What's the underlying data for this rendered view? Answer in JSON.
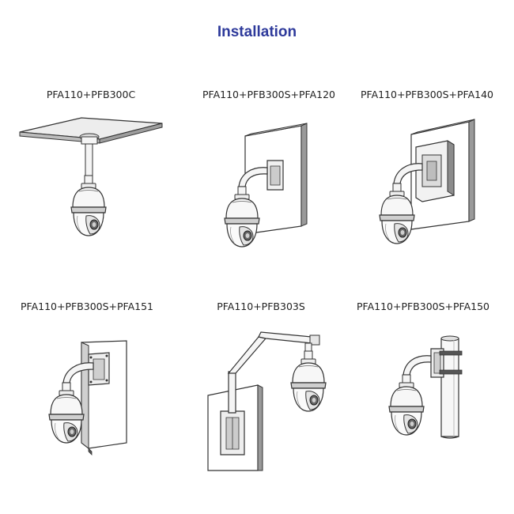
{
  "title": "Installation",
  "colors": {
    "title": "#2e3a9b",
    "line": "#333333",
    "fill_light": "#f5f5f5",
    "fill_mid": "#d9d9d9",
    "fill_dark": "#555555"
  },
  "mounts": [
    {
      "label": "PFA110+PFB300C",
      "type": "ceiling-mount"
    },
    {
      "label": "PFA110+PFB300S+PFA120",
      "type": "wall-mount"
    },
    {
      "label": "PFA110+PFB300S+PFA140",
      "type": "wall-mount-box"
    },
    {
      "label": "PFA110+PFB300S+PFA151",
      "type": "corner-mount"
    },
    {
      "label": "PFA110+PFB303S",
      "type": "gooseneck-mount"
    },
    {
      "label": "PFA110+PFB300S+PFA150",
      "type": "pole-mount"
    }
  ]
}
